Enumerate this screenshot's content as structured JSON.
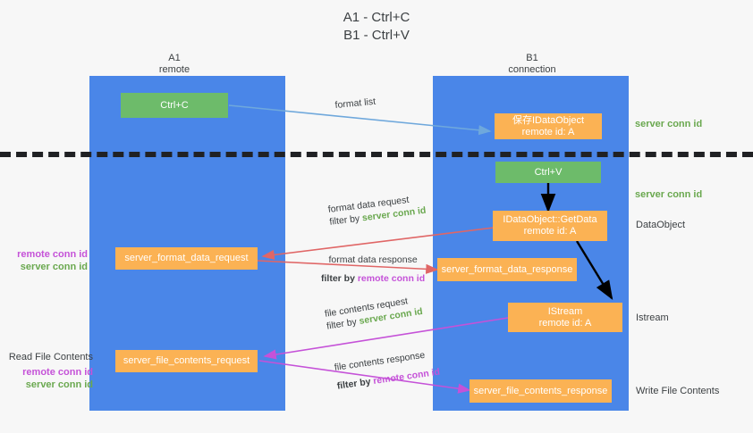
{
  "title": {
    "line1": "A1 - Ctrl+C",
    "line2": "B1 - Ctrl+V"
  },
  "columns": [
    {
      "name": "A1",
      "sub": "remote"
    },
    {
      "name": "B1",
      "sub": "connection"
    }
  ],
  "colors": {
    "lane": "#4a86e8",
    "box_green": "#6dbb6a",
    "box_orange": "#fbb254",
    "server_conn": "#6aa84f",
    "remote_conn": "#c552d8",
    "arrow_blue": "#6fa8dc",
    "arrow_red": "#e06666",
    "arrow_magenta": "#c552d8",
    "arrow_black": "#000000",
    "divider": "#202124",
    "text": "#3c4043",
    "background": "#f7f7f7"
  },
  "boxes": {
    "ctrl_c": "Ctrl+C",
    "ctrl_v": "Ctrl+V",
    "save_idataobject_l1": "保存IDataObject",
    "save_idataobject_l2": "remote id: A",
    "getdata_l1": "IDataObject::GetData",
    "getdata_l2": "remote id: A",
    "istream_l1": "IStream",
    "istream_l2": "remote id: A",
    "server_format_data_request": "server_format_data_request",
    "server_format_data_response": "server_format_data_response",
    "server_file_contents_request": "server_file_contents_request",
    "server_file_contents_response": "server_file_contents_response"
  },
  "arrow_labels": {
    "format_list": "format list",
    "format_data_request": "format data request",
    "format_data_request_filter_prefix": "filter by ",
    "format_data_request_filter_value": "server conn id",
    "format_data_response": "format data response",
    "format_data_response_filter_prefix": "filter by ",
    "format_data_response_filter_value": "remote conn id",
    "file_contents_request": "file contents request",
    "file_contents_request_filter_prefix": "filter by ",
    "file_contents_request_filter_value": "server conn id",
    "file_contents_response": "file contents response",
    "file_contents_response_filter_prefix": "filter by ",
    "file_contents_response_filter_value": "remote conn id"
  },
  "right_labels": {
    "server_conn_id_top": "server conn id",
    "server_conn_id_mid": "server conn id",
    "dataobject": "DataObject",
    "istream": "Istream",
    "write_file_contents": "Write File Contents"
  },
  "left_labels": {
    "remote_conn_id_mid": "remote conn id",
    "server_conn_id_mid": "server conn id",
    "read_file_contents": "Read File Contents",
    "remote_conn_id_low": "remote conn id",
    "server_conn_id_low": "server conn id"
  }
}
